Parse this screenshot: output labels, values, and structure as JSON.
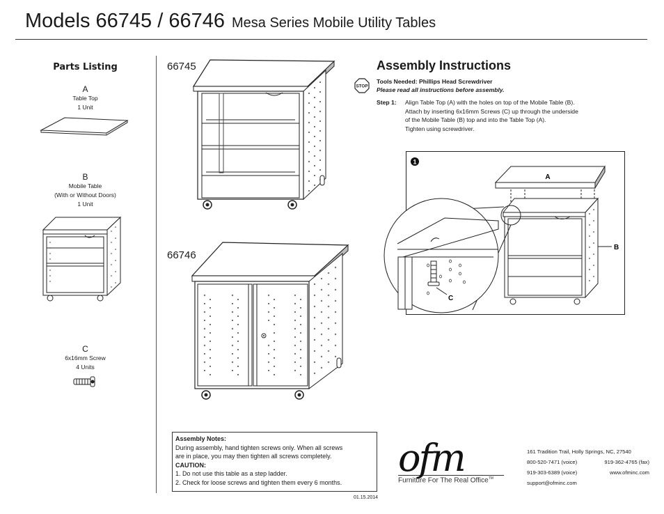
{
  "header": {
    "title": "Models 66745 / 66746",
    "subtitle": "Mesa Series Mobile Utility Tables"
  },
  "parts": {
    "heading": "Parts Listing",
    "items": [
      {
        "letter": "A",
        "name": "Table Top",
        "qty": "1 Unit"
      },
      {
        "letter": "B",
        "name": "Mobile Table",
        "detail": "(With or Without Doors)",
        "qty": "1 Unit"
      },
      {
        "letter": "C",
        "name": "6x16mm Screw",
        "qty": "4 Units"
      }
    ]
  },
  "models": {
    "open": "66745",
    "doors": "66746"
  },
  "assembly": {
    "heading": "Assembly Instructions",
    "stop_icon": "STOP",
    "tools": "Tools Needed: Phillips Head Screwdriver",
    "read_all": "Please read all instructions before assembly.",
    "step_label": "Step 1:",
    "step_lines": [
      "Align Table Top (A) with the holes on top of the Mobile Table (B).",
      "Attach by inserting 6x16mm Screws (C) up through the underside",
      "of the Mobile Table (B) top and into the Table Top (A).",
      "Tighten using screwdriver."
    ],
    "figure_number": "1",
    "callouts": {
      "a": "A",
      "b": "B",
      "c": "C"
    }
  },
  "notes": {
    "heading": "Assembly Notes:",
    "line1": "During assembly, hand tighten screws only. When all screws",
    "line2": "are in place, you may then tighten all screws completely.",
    "caution": "CAUTION:",
    "c1": "1. Do not use this table as a step ladder.",
    "c2": "2. Check for loose screws and tighten them every 6 months."
  },
  "date": "01.15.2014",
  "brand": {
    "logo": "ofm",
    "tagline": "Furniture For The Real Office",
    "tm": "TM"
  },
  "contact": {
    "address": "161 Tradition Trail,  Holly Springs, NC, 27540",
    "phone1": "800-520-7471 (voice)",
    "fax": "919-362-4765 (fax)",
    "phone2": "919-303-6389 (voice)",
    "web": "www.ofminc.com",
    "email": "support@ofminc.com"
  }
}
